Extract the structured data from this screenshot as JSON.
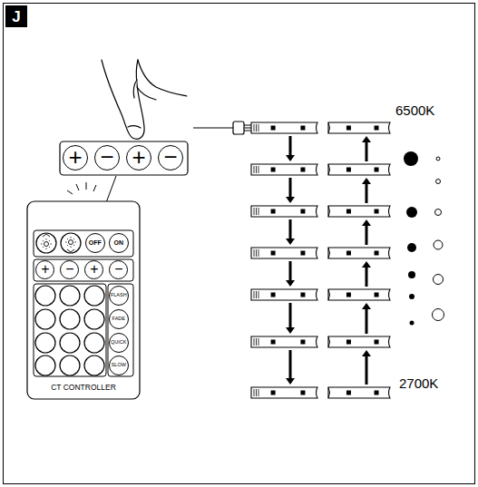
{
  "diagram": {
    "nodes": [
      {
        "text": [
          "J"
        ]
      },
      {
        "text": [
          "+"
        ]
      },
      {
        "text": [
          "−"
        ]
      },
      {
        "text": [
          "+"
        ]
      },
      {
        "text": [
          "−"
        ]
      },
      {
        "text": [
          "CT CONTROLLER"
        ]
      },
      {
        "text": [
          "OFF"
        ],
        "in": 5
      },
      {
        "text": [
          "ON"
        ],
        "in": 5
      },
      {
        "text": [
          "+"
        ],
        "in": 5
      },
      {
        "text": [
          "−"
        ],
        "in": 5
      },
      {
        "text": [
          "+"
        ],
        "in": 5
      },
      {
        "text": [
          "−"
        ],
        "in": 5
      },
      {
        "text": [
          "FLASH"
        ],
        "in": 5
      },
      {
        "text": [
          "FADE"
        ],
        "in": 5
      },
      {
        "text": [
          "QUICK"
        ],
        "in": 5
      },
      {
        "text": [
          "SLOW"
        ],
        "in": 5
      }
    ],
    "labels": [
      "6500K",
      "2700K"
    ]
  }
}
